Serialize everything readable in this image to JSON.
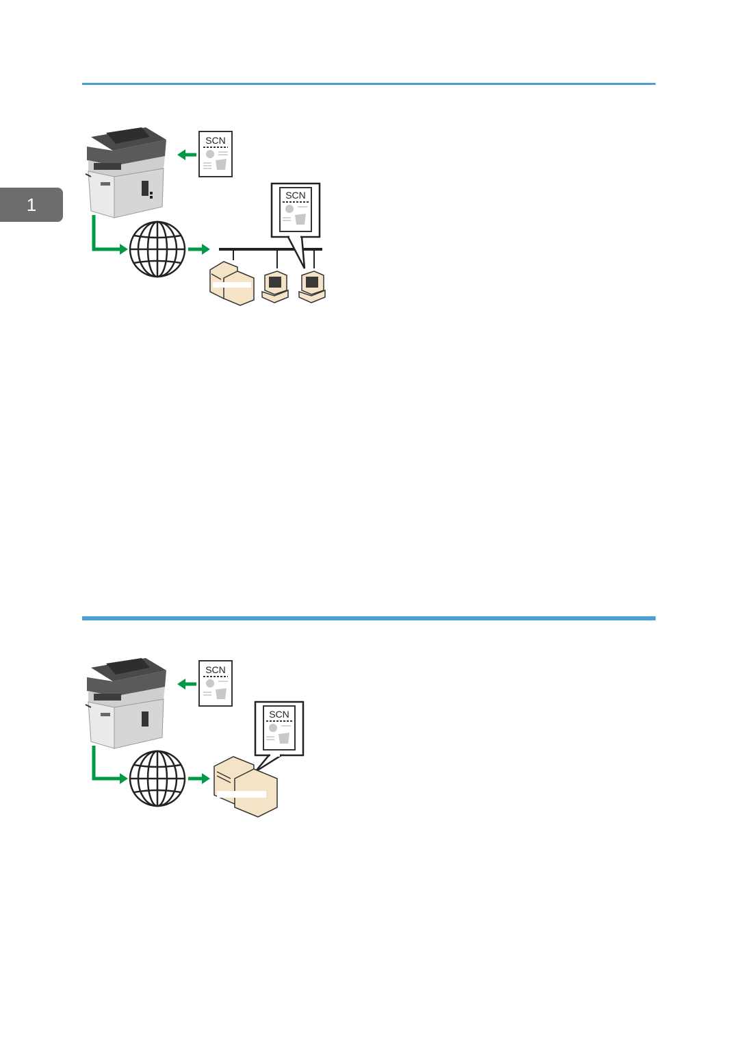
{
  "chapter_tab": {
    "number": "1"
  },
  "colors": {
    "rule": "#4a9fd5",
    "arrow": "#009a44",
    "tab": "#6d6d6d",
    "computer": "#f4e3c6"
  },
  "figure_1": {
    "icons": [
      "printer-icon",
      "document-icon",
      "globe-icon",
      "network-bus",
      "server-icon",
      "computer-icon"
    ],
    "doc_label": "SCN",
    "callout_label": "SCN"
  },
  "figure_2": {
    "icons": [
      "printer-icon",
      "document-icon",
      "globe-icon",
      "server-icon"
    ],
    "doc_label": "SCN",
    "callout_label": "SCN"
  }
}
